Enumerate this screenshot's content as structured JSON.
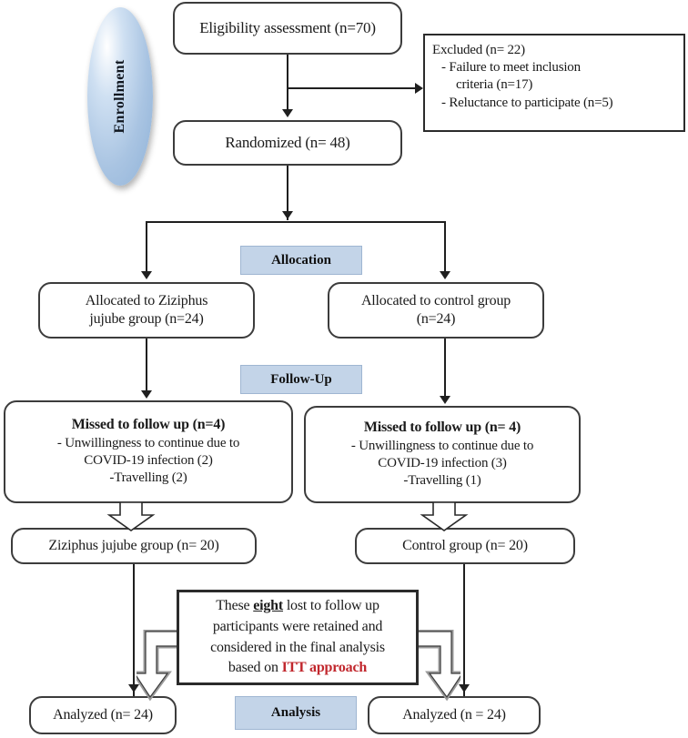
{
  "diagram": {
    "type": "consort-flow-diagram",
    "stages": [
      {
        "id": "enrollment",
        "label": "Enrollment"
      },
      {
        "id": "allocation",
        "label": "Allocation"
      },
      {
        "id": "followup",
        "label": "Follow-Up"
      },
      {
        "id": "analysis",
        "label": "Analysis"
      }
    ],
    "nodes": {
      "eligibility": {
        "text": "Eligibility assessment (n=70)"
      },
      "excluded": {
        "title": "Excluded (n= 22)",
        "items": [
          "-  Failure to meet inclusion",
          "criteria (n=17)",
          "-  Reluctance to participate (n=5)"
        ]
      },
      "randomized": {
        "text": "Randomized (n= 48)"
      },
      "alloc_left": {
        "line1": "Allocated to Ziziphus",
        "line2": "jujube group (n=24)"
      },
      "alloc_right": {
        "line1": "Allocated to control group",
        "line2": "(n=24)"
      },
      "missed_left": {
        "title": "Missed to follow up (n=4)",
        "line1": "- Unwillingness to continue due to",
        "line2": "COVID-19  infection (2)",
        "line3": "-Travelling (2)"
      },
      "missed_right": {
        "title": "Missed to follow up (n= 4)",
        "line1": "- Unwillingness to continue due to",
        "line2": "COVID-19  infection (3)",
        "line3": "-Travelling (1)"
      },
      "group_left": {
        "text": "Ziziphus jujube group (n= 20)"
      },
      "group_right": {
        "text": "Control group (n= 20)"
      },
      "itt_note": {
        "line1_a": "These ",
        "line1_b": "eight",
        "line1_c": " lost to follow up",
        "line2": "participants were retained and",
        "line3": "considered in the final analysis",
        "line4_a": "based on ",
        "line4_b": "ITT approach"
      },
      "analyzed_left": {
        "text": "Analyzed (n= 24)"
      },
      "analyzed_right": {
        "text": "Analyzed (n = 24)"
      }
    },
    "colors": {
      "stage_fill": "#c3d4e8",
      "stage_border": "#9fb6d2",
      "box_border": "#3c3c3c",
      "accent_red": "#c1272d",
      "ellipse_blue": "#a9c4e2",
      "block_arrow_fill": "#ffffff",
      "block_arrow_stroke": "#9a9a9a"
    }
  }
}
